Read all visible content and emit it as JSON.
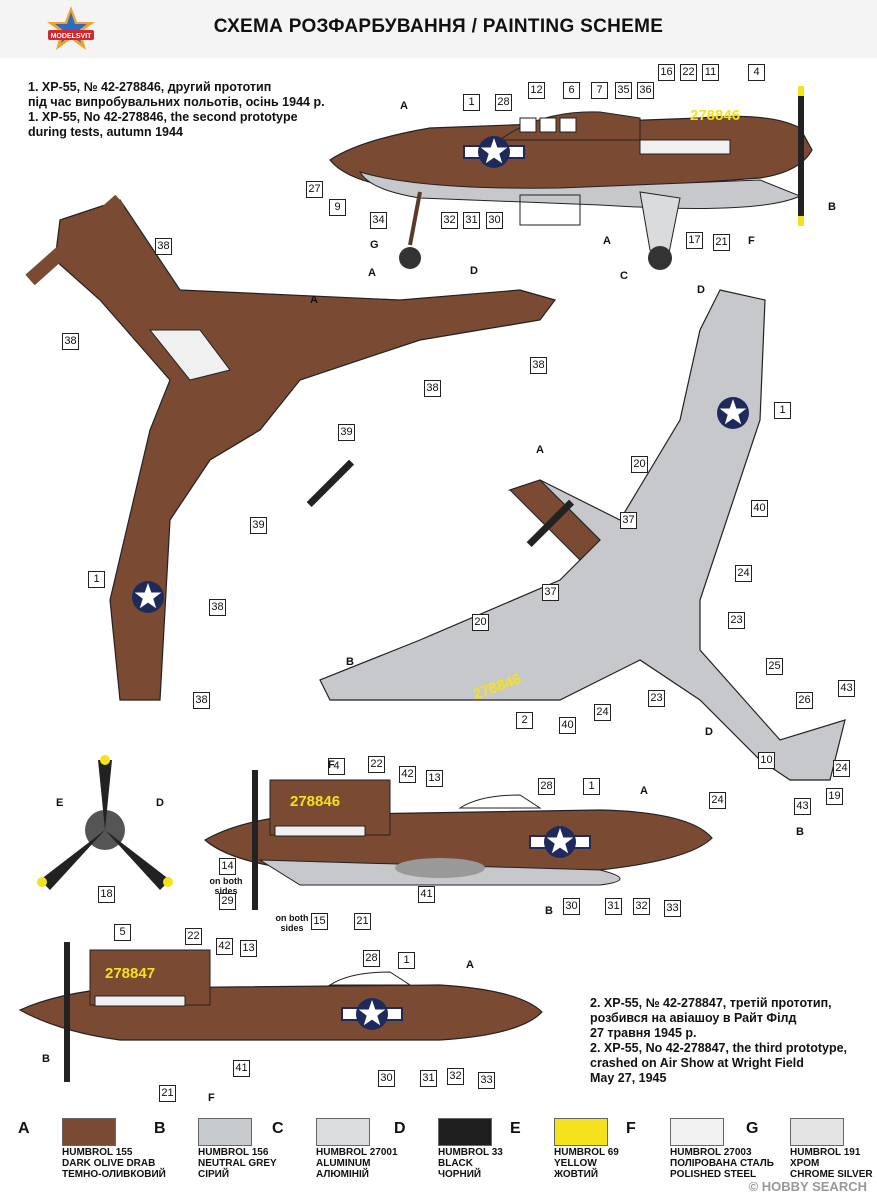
{
  "header": {
    "title": "СХЕМА РОЗФАРБУВАННЯ / PAINTING SCHEME",
    "logo_text": "MODELSVIT"
  },
  "scheme1": {
    "line1_ua": "1. XP-55, № 42-278846, другий прототип",
    "line2_ua": "під час випробувальних польотів, осінь 1944 р.",
    "line1_en": "1. XP-55, No 42-278846, the second prototype",
    "line2_en": "during tests, autumn 1944",
    "serial": "278846"
  },
  "scheme2": {
    "line1_ua": "2. XP-55, № 42-278847, третій прототип,",
    "line2_ua": "розбився на авіашоу в Райт Філд",
    "line3_ua": "27 травня 1945 р.",
    "line1_en": "2. XP-55, No 42-278847, the third prototype,",
    "line2_en": "crashed on Air Show at Wright Field",
    "line3_en": "May 27, 1945",
    "serial": "278847"
  },
  "notes": {
    "both_sides": "on both sides"
  },
  "legend": [
    {
      "letter": "A",
      "line1": "HUMBROL 155",
      "line2": "DARK OLIVE DRAB",
      "line3": "ТЕМНО-ОЛИВКОВИЙ",
      "color": "#7a4a34"
    },
    {
      "letter": "B",
      "line1": "HUMBROL 156",
      "line2": "NEUTRAL GREY",
      "line3": "СІРИЙ",
      "color": "#c8cbce"
    },
    {
      "letter": "C",
      "line1": "HUMBROL 27001",
      "line2": "ALUMINUM",
      "line3": "АЛЮМІНІЙ",
      "color": "#dadcde"
    },
    {
      "letter": "D",
      "line1": "HUMBROL 33",
      "line2": "BLACK",
      "line3": "ЧОРНИЙ",
      "color": "#1e1e1e"
    },
    {
      "letter": "E",
      "line1": "HUMBROL 69",
      "line2": "YELLOW",
      "line3": "ЖОВТИЙ",
      "color": "#f5e21a"
    },
    {
      "letter": "F",
      "line1": "HUMBROL 27003",
      "line2": "ПОЛІРОВАНА СТАЛЬ",
      "line3": "POLISHED STEEL",
      "color": "#f2f2f2"
    },
    {
      "letter": "G",
      "line1": "HUMBROL 191",
      "line2": "ХРОМ",
      "line3": "CHROME SILVER",
      "color": "#e4e4e4"
    }
  ],
  "callouts": {
    "c1": "1",
    "c2": "2",
    "c4": "4",
    "c5": "5",
    "c6": "6",
    "c7": "7",
    "c9": "9",
    "c10": "10",
    "c11": "11",
    "c12": "12",
    "c13": "13",
    "c14": "14",
    "c15": "15",
    "c16": "16",
    "c17": "17",
    "c18": "18",
    "c19": "19",
    "c20": "20",
    "c21": "21",
    "c22": "22",
    "c23": "23",
    "c24": "24",
    "c25": "25",
    "c26": "26",
    "c27": "27",
    "c28": "28",
    "c29": "29",
    "c30": "30",
    "c31": "31",
    "c32": "32",
    "c33": "33",
    "c34": "34",
    "c35": "35",
    "c36": "36",
    "c37": "37",
    "c38": "38",
    "c39": "39",
    "c40": "40",
    "c41": "41",
    "c42": "42",
    "c43": "43"
  },
  "pens": {
    "A": "A",
    "B": "B",
    "C": "C",
    "D": "D",
    "E": "E",
    "F": "F",
    "G": "G"
  },
  "watermark": "© HOBBY SEARCH"
}
